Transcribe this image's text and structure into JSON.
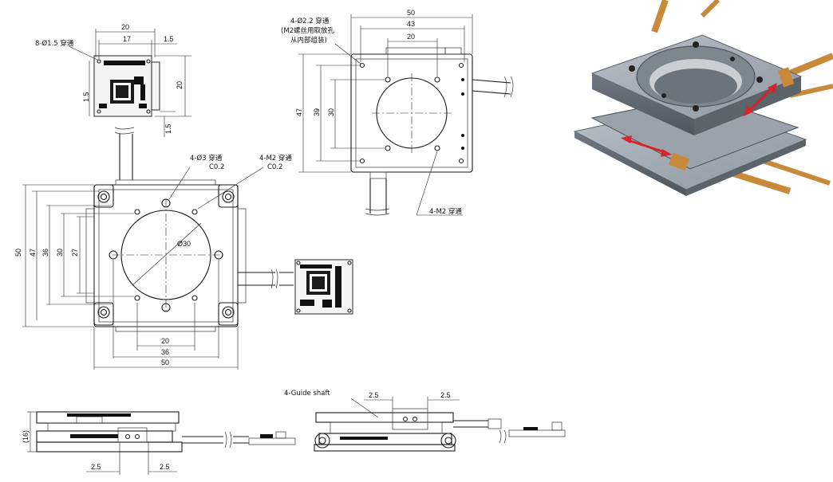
{
  "top_view": {
    "notes": {
      "holes_3": "4-Ø3 穿通",
      "chamfer_a": "C0.2",
      "m2_thru": "4-M2 穿通",
      "chamfer_b": "C0.2",
      "pcb_holes": "8-Ø1.5 穿通",
      "aperture": "Ø30"
    },
    "dims": {
      "h50": "50",
      "h47": "47",
      "h36": "36",
      "h27": "27",
      "w20": "20",
      "w36": "36",
      "w50": "50"
    },
    "pcb_dims": {
      "w20": "20",
      "w17": "17",
      "w1_5_right": "1.5",
      "h20": "20",
      "h1_5_left": "1.5",
      "h1_5_bottom": "1.5"
    }
  },
  "bottom_view": {
    "notes": {
      "holes_22_line1": "4-Ø2.2 穿通",
      "holes_22_line2": "(M2螺丝用取放孔",
      "holes_22_line3": "从内部组装)",
      "m2_thru": "4-M2 穿通"
    },
    "dims": {
      "w50": "50",
      "w43": "43",
      "w20": "20",
      "h47": "47",
      "h39": "39",
      "h30": "30"
    }
  },
  "side_views": {
    "left": {
      "height": "(16)",
      "offset_a": "2.5",
      "offset_b": "2.5"
    },
    "right": {
      "label": "4-Guide shaft",
      "offset_a": "2.5",
      "offset_b": "2.5"
    }
  }
}
